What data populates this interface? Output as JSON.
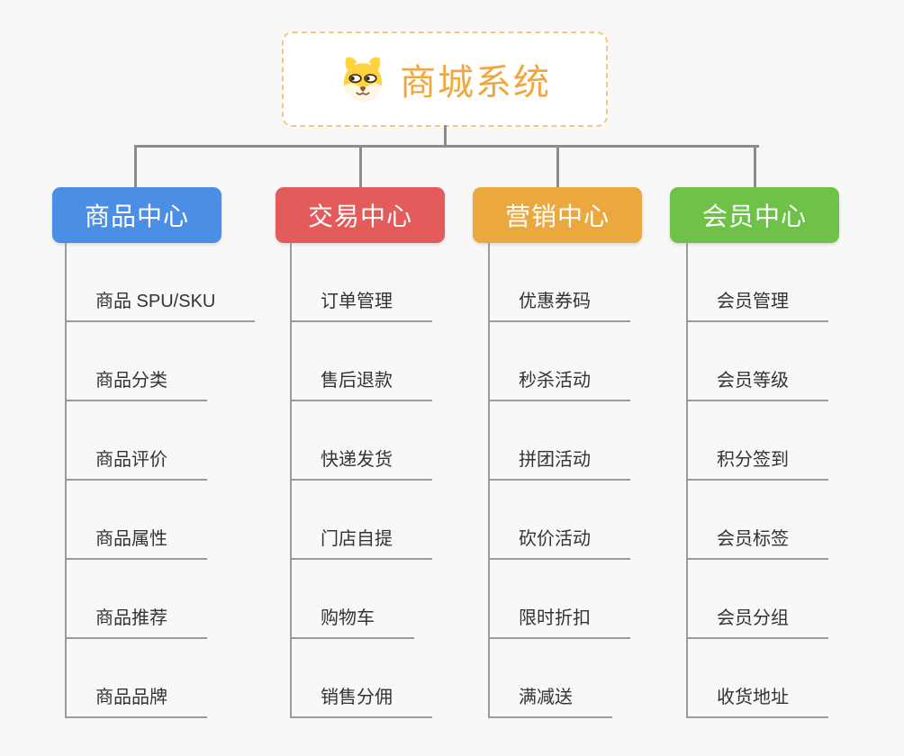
{
  "page": {
    "background_color": "#f8f8f8",
    "connector_color": "#8c8c8c"
  },
  "root": {
    "title": "商城系统",
    "icon": "dog-face-icon",
    "text_color": "#f1a73e",
    "border_color": "#f5c87f"
  },
  "branches": [
    {
      "label": "商品中心",
      "color": "#4a8fe5",
      "items": [
        "商品 SPU/SKU",
        "商品分类",
        "商品评价",
        "商品属性",
        "商品推荐",
        "商品品牌"
      ]
    },
    {
      "label": "交易中心",
      "color": "#e45b5b",
      "items": [
        "订单管理",
        "售后退款",
        "快递发货",
        "门店自提",
        "购物车",
        "销售分佣"
      ]
    },
    {
      "label": "营销中心",
      "color": "#eba83f",
      "items": [
        "优惠券码",
        "秒杀活动",
        "拼团活动",
        "砍价活动",
        "限时折扣",
        "满减送"
      ]
    },
    {
      "label": "会员中心",
      "color": "#6ec247",
      "items": [
        "会员管理",
        "会员等级",
        "积分签到",
        "会员标签",
        "会员分组",
        "收货地址"
      ]
    }
  ]
}
